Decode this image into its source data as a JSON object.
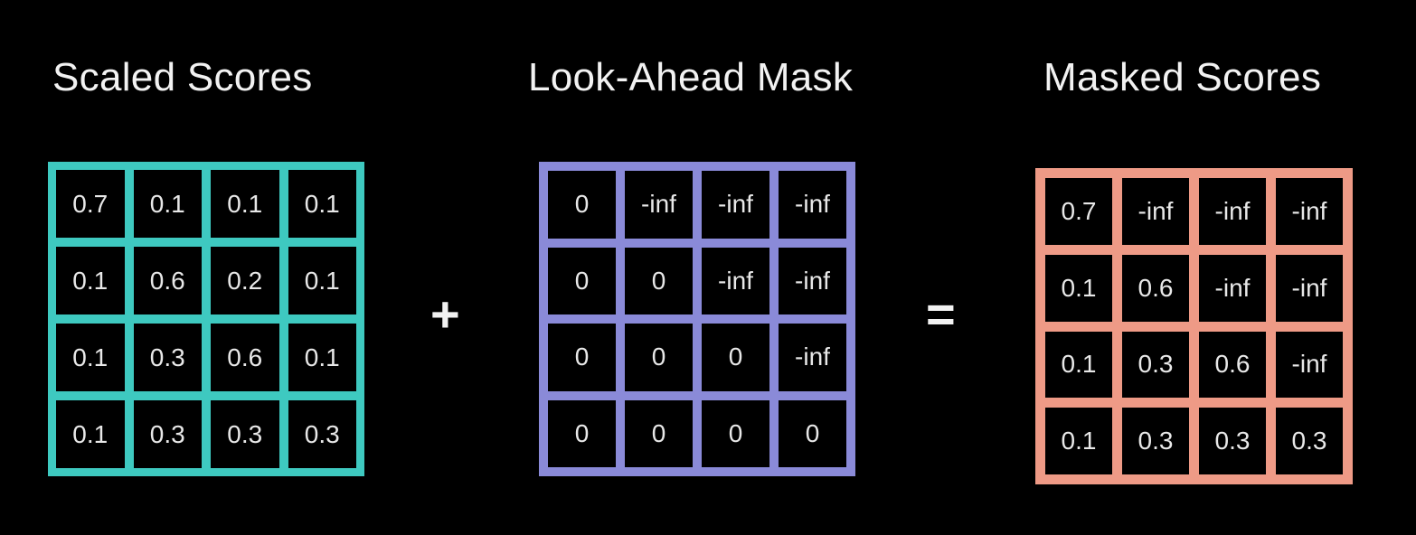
{
  "colors": {
    "background": "#000000",
    "scaled_border": "#3ec9c0",
    "mask_border": "#8a8ad8",
    "masked_border": "#ee9a86",
    "text": "#e8e8e8"
  },
  "scaled_scores": {
    "title": "Scaled Scores",
    "rows": [
      [
        "0.7",
        "0.1",
        "0.1",
        "0.1"
      ],
      [
        "0.1",
        "0.6",
        "0.2",
        "0.1"
      ],
      [
        "0.1",
        "0.3",
        "0.6",
        "0.1"
      ],
      [
        "0.1",
        "0.3",
        "0.3",
        "0.3"
      ]
    ]
  },
  "plus_operator": "+",
  "look_ahead_mask": {
    "title": "Look-Ahead Mask",
    "rows": [
      [
        "0",
        "-inf",
        "-inf",
        "-inf"
      ],
      [
        "0",
        "0",
        "-inf",
        "-inf"
      ],
      [
        "0",
        "0",
        "0",
        "-inf"
      ],
      [
        "0",
        "0",
        "0",
        "0"
      ]
    ]
  },
  "equals_operator": "=",
  "masked_scores": {
    "title": "Masked Scores",
    "rows": [
      [
        "0.7",
        "-inf",
        "-inf",
        "-inf"
      ],
      [
        "0.1",
        "0.6",
        "-inf",
        "-inf"
      ],
      [
        "0.1",
        "0.3",
        "0.6",
        "-inf"
      ],
      [
        "0.1",
        "0.3",
        "0.3",
        "0.3"
      ]
    ]
  }
}
